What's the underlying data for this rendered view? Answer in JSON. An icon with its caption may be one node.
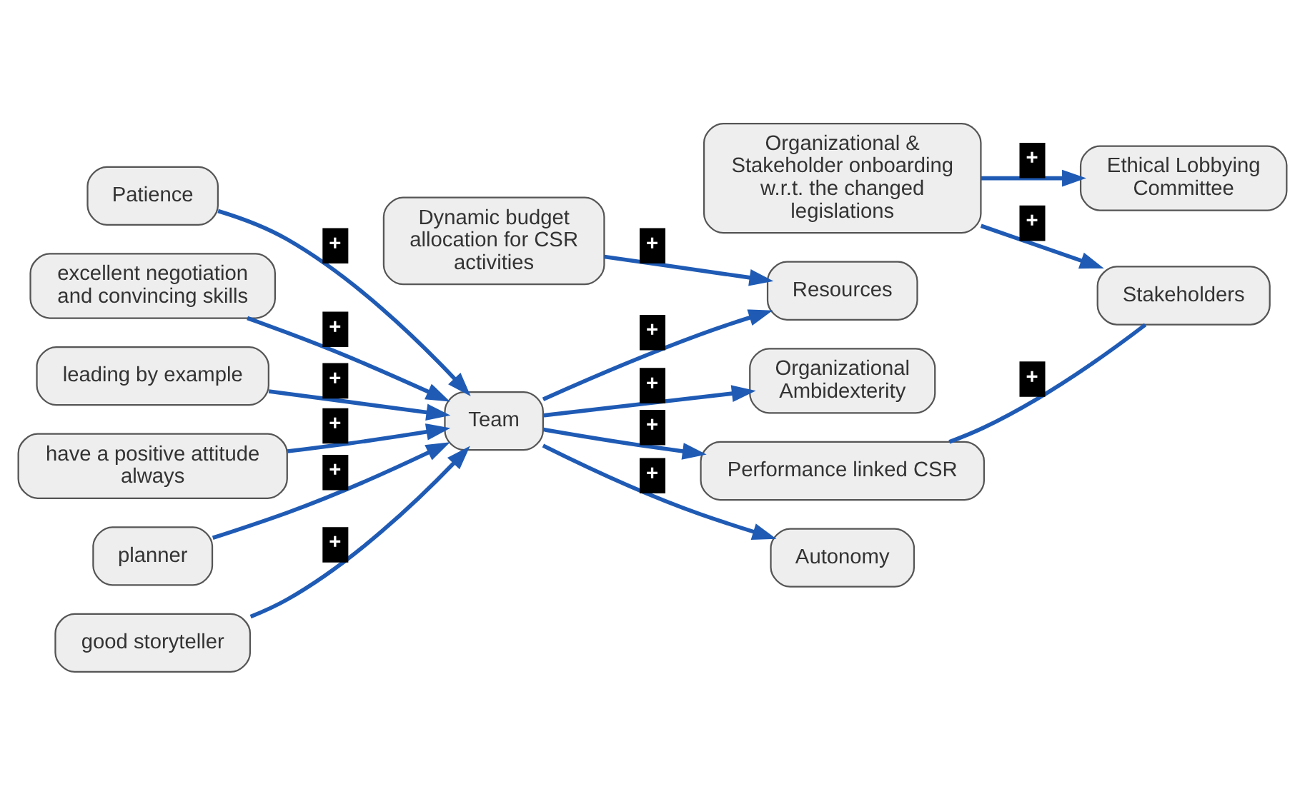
{
  "diagram": {
    "nodes": [
      {
        "text": [
          "Organizational & Stakeholder onboarding w.r.t. the changed legislations"
        ]
      },
      {
        "text": [
          "Ethical Lobbying Committee"
        ]
      },
      {
        "text": [
          "Stakeholders"
        ]
      },
      {
        "text": [
          "Organizational Ambidexterity"
        ]
      },
      {
        "text": [
          "Patience"
        ]
      },
      {
        "text": [
          "Performance linked CSR"
        ]
      },
      {
        "text": [
          "excellent negotiation and convincing skills"
        ]
      },
      {
        "text": [
          "Team"
        ]
      },
      {
        "text": [
          "leading by example"
        ]
      },
      {
        "text": [
          "have a positive attitude always"
        ]
      },
      {
        "text": [
          "Resources"
        ]
      },
      {
        "text": [
          "planner"
        ]
      },
      {
        "text": [
          "Autonomy"
        ]
      },
      {
        "text": [
          "good storyteller"
        ]
      },
      {
        "text": [
          "Dynamic budget allocation for CSR activities"
        ]
      }
    ],
    "edges": [
      {
        "from": 0,
        "to": 1,
        "arrow": "to",
        "label": "+"
      },
      {
        "from": 0,
        "to": 2,
        "arrow": "to",
        "label": "+"
      },
      {
        "from": 5,
        "to": 2,
        "arrow": "none",
        "label": "+"
      },
      {
        "from": 7,
        "to": 5,
        "arrow": "to",
        "label": "+"
      },
      {
        "from": 7,
        "to": 3,
        "arrow": "to",
        "label": "+"
      },
      {
        "from": 4,
        "to": 7,
        "arrow": "to",
        "label": "+"
      },
      {
        "from": 6,
        "to": 7,
        "arrow": "to",
        "label": "+"
      },
      {
        "from": 8,
        "to": 7,
        "arrow": "to",
        "label": "+"
      },
      {
        "from": 9,
        "to": 7,
        "arrow": "to",
        "label": "+"
      },
      {
        "from": 11,
        "to": 7,
        "arrow": "to",
        "label": "+"
      },
      {
        "from": 13,
        "to": 7,
        "arrow": "to",
        "label": "+"
      },
      {
        "from": 7,
        "to": 10,
        "arrow": "to",
        "label": "+"
      },
      {
        "from": 7,
        "to": 12,
        "arrow": "to",
        "label": "+"
      },
      {
        "from": 14,
        "to": 10,
        "arrow": "to",
        "label": "+"
      }
    ]
  }
}
